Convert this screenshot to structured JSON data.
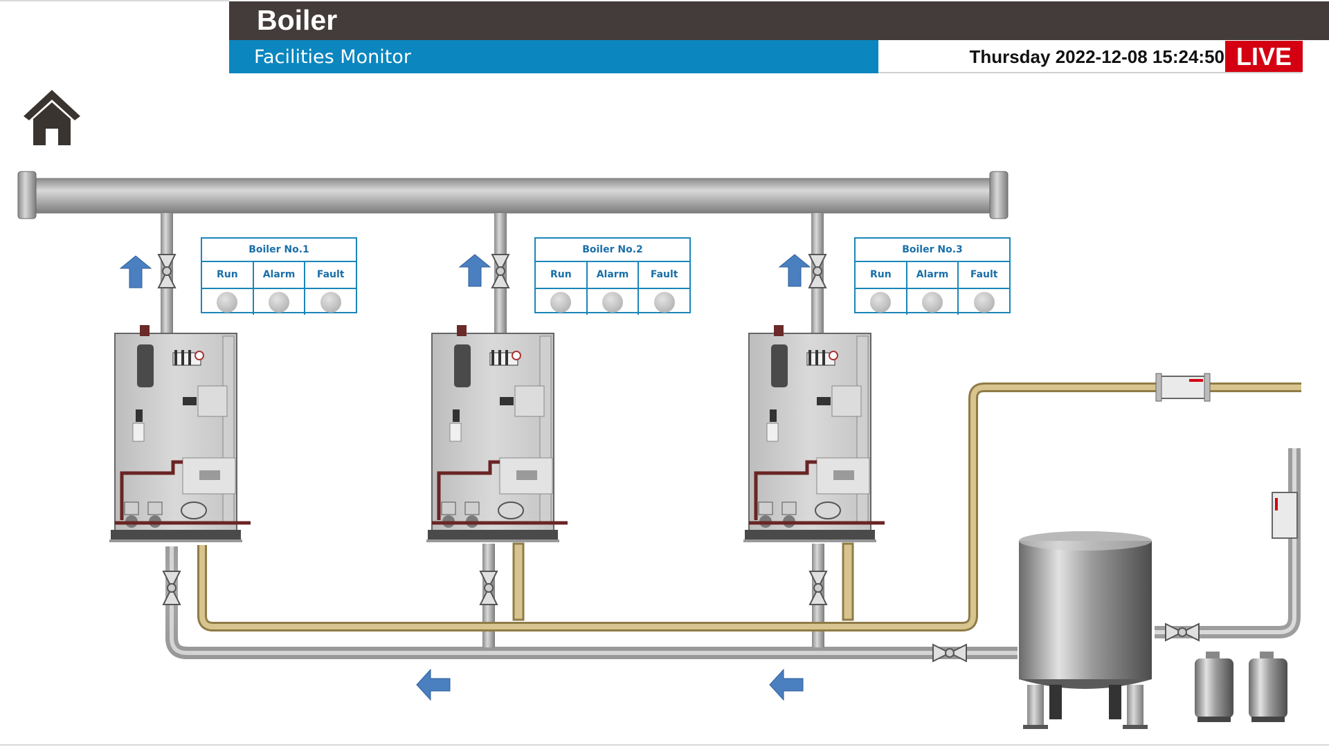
{
  "header": {
    "title": "Boiler",
    "subtitle": "Facilities Monitor",
    "datetime": "Thursday 2022-12-08 15:24:50",
    "live_label": "LIVE"
  },
  "nav": {
    "home_icon": "home-icon"
  },
  "boilers": [
    {
      "name": "Boiler No.1",
      "run_label": "Run",
      "alarm_label": "Alarm",
      "fault_label": "Fault"
    },
    {
      "name": "Boiler No.2",
      "run_label": "Run",
      "alarm_label": "Alarm",
      "fault_label": "Fault"
    },
    {
      "name": "Boiler No.3",
      "run_label": "Run",
      "alarm_label": "Alarm",
      "fault_label": "Fault"
    }
  ],
  "colors": {
    "title_bar": "#443c3a",
    "subtitle_bar": "#0b86bf",
    "live": "#d40012",
    "panel_border": "#1a86b8",
    "steam_pipe": "#c8b27a",
    "water_pipe": "#a9a9a9",
    "flow_arrow": "#4a7fc0",
    "lamp_off": "#bdbdbd"
  }
}
